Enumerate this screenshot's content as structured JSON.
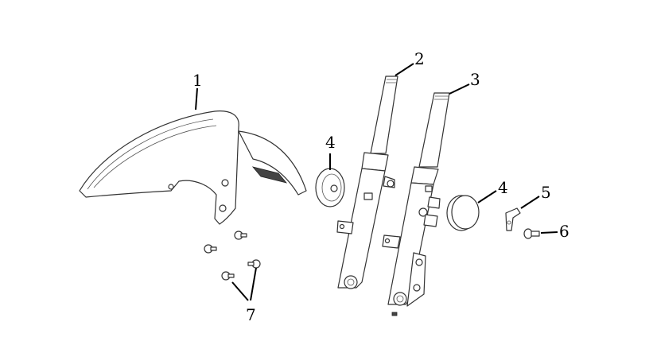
{
  "diagram": {
    "type": "exploded parts diagram",
    "colors": {
      "line": "#333333",
      "background": "#ffffff",
      "callout": "#000000"
    },
    "callouts": [
      {
        "id": "1",
        "label": "1"
      },
      {
        "id": "2",
        "label": "2"
      },
      {
        "id": "3",
        "label": "3"
      },
      {
        "id": "4a",
        "label": "4"
      },
      {
        "id": "4b",
        "label": "4"
      },
      {
        "id": "5",
        "label": "5"
      },
      {
        "id": "6",
        "label": "6"
      },
      {
        "id": "7",
        "label": "7"
      }
    ]
  }
}
